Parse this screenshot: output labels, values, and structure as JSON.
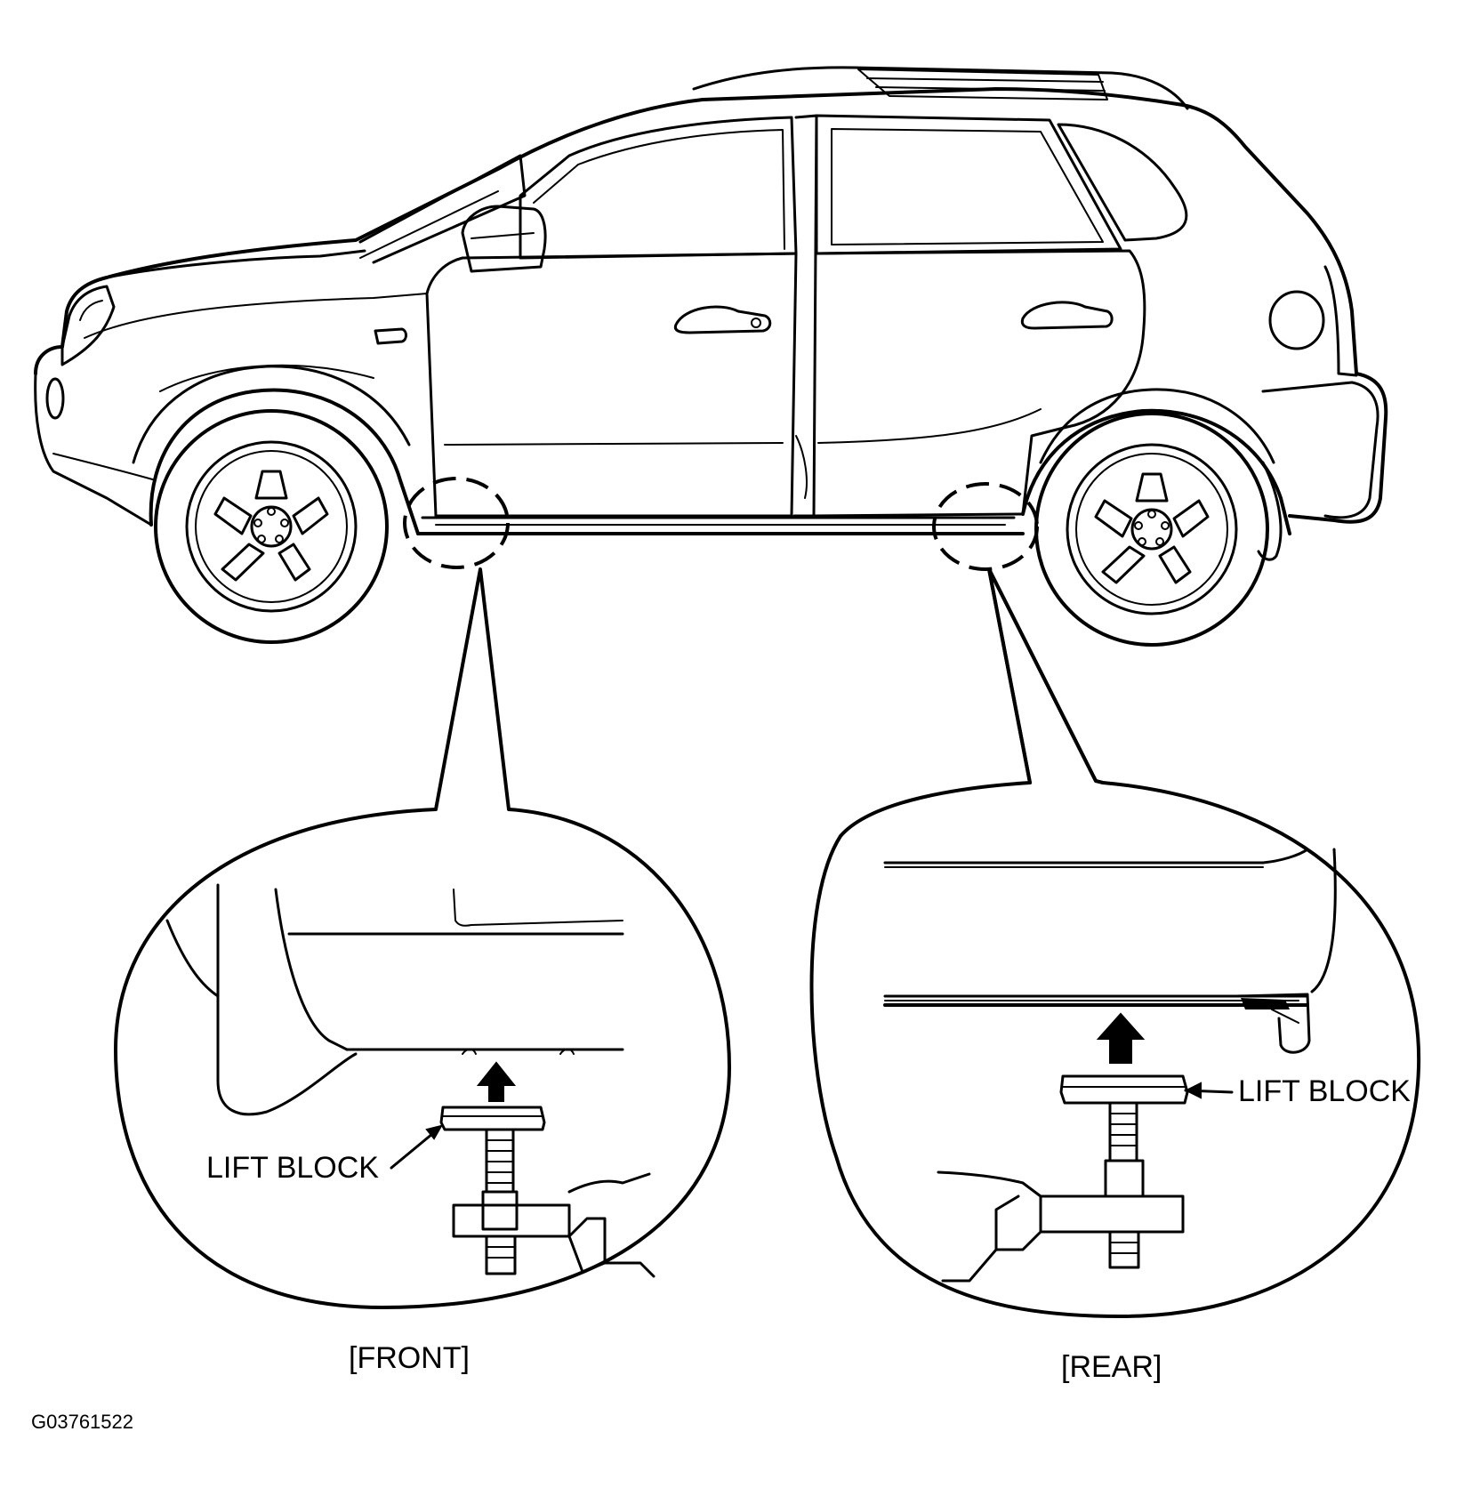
{
  "figure_id": "G03761522",
  "detail_front": {
    "caption": "[FRONT]",
    "callout": "LIFT BLOCK"
  },
  "detail_rear": {
    "caption": "[REAR]",
    "callout": "LIFT BLOCK"
  },
  "colors": {
    "ink": "#000000",
    "paper": "#ffffff"
  }
}
